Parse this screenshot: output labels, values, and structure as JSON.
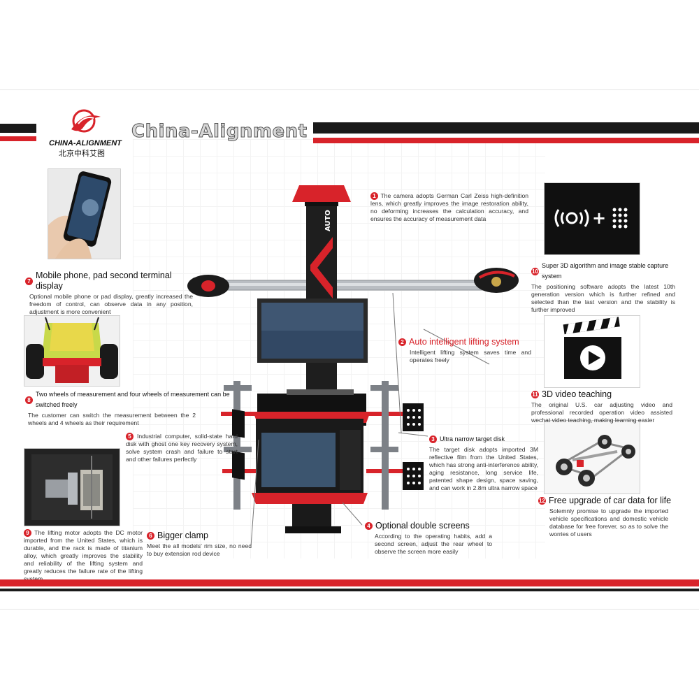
{
  "header": {
    "brand_en": "CHINA-ALIGNMENT",
    "brand_cn": "北京中科艾图",
    "title": "China-Alignment"
  },
  "colors": {
    "accent": "#d8232a",
    "dark": "#1a1a1a",
    "steel": "#a9adb2"
  },
  "machine": {
    "post_label": "AUTO"
  },
  "features": [
    {
      "num": "1",
      "title": "",
      "body": "The camera adopts German Carl Zeiss high-definition lens, which greatly improves the image restoration ability, no deforming increases the calculation accuracy, and ensures the accuracy of measurement data"
    },
    {
      "num": "2",
      "title": "Auto intelligent lifting system",
      "body": "Intelligent lifting system saves time and operates freely"
    },
    {
      "num": "3",
      "title": "Ultra narrow target disk",
      "body": "The target disk adopts imported 3M reflective film from the United States, which has strong anti-interference ability, aging resistance, long service life, patented shape design, space saving, and can work in 2.8m ultra narrow space"
    },
    {
      "num": "4",
      "title": "Optional double screens",
      "body": "According to the operating habits, add a second screen, adjust the rear wheel to observe the screen more easily"
    },
    {
      "num": "5",
      "title": "",
      "body": "Industrial computer, solid-state hard disk with ghost one key recovery system, solve system crash and failure to start and other failures perfectly"
    },
    {
      "num": "6",
      "title": "Bigger clamp",
      "body": "Meet the all models' rim size, no need to buy extension rod device"
    },
    {
      "num": "7",
      "title": "Mobile phone, pad second terminal display",
      "body": "Optional mobile phone or pad display, greatly increased the freedom of control, can observe data in any position, adjustment is more convenient"
    },
    {
      "num": "8",
      "title": "Two wheels of measurement and four wheels of measurement can be switched freely",
      "body": "The customer can switch the measurement between the 2 wheels and 4 wheels as their requirement"
    },
    {
      "num": "9",
      "title": "",
      "body": "The lifting motor adopts the DC motor imported from the United States, which is durable, and the rack is made of titanium alloy, which greatly improves the stability and reliability of the lifting system and greatly reduces the failure rate of the lifting system"
    },
    {
      "num": "10",
      "title": "Super 3D algorithm and image stable capture system",
      "body": "The positioning software adopts the latest 10th generation version which is further refined and selected than the last version and the stability is further improved"
    },
    {
      "num": "11",
      "title": "3D video teaching",
      "body": "The original U.S. car adjusting video and professional recorded operation video assisted wechat video teaching, making learning easier"
    },
    {
      "num": "12",
      "title": "Free upgrade of car data for life",
      "body": "Solemnly promise to upgrade the imported vehicle specifications and domestic vehicle database for free forever, so as to solve the worries of users"
    }
  ]
}
